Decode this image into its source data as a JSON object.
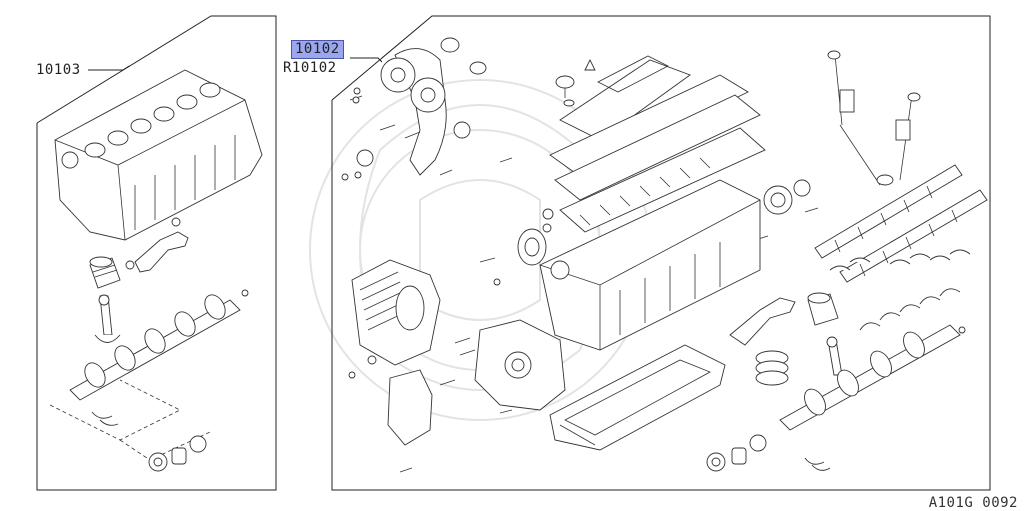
{
  "callouts": {
    "short_block_part": "10103",
    "full_engine_part": "10102",
    "full_engine_alt_part": "R10102"
  },
  "figure_code": "A101G 0092",
  "colors": {
    "highlight_fill": "#9aa6ee",
    "highlight_border": "#4a55a8",
    "line": "#222222"
  }
}
